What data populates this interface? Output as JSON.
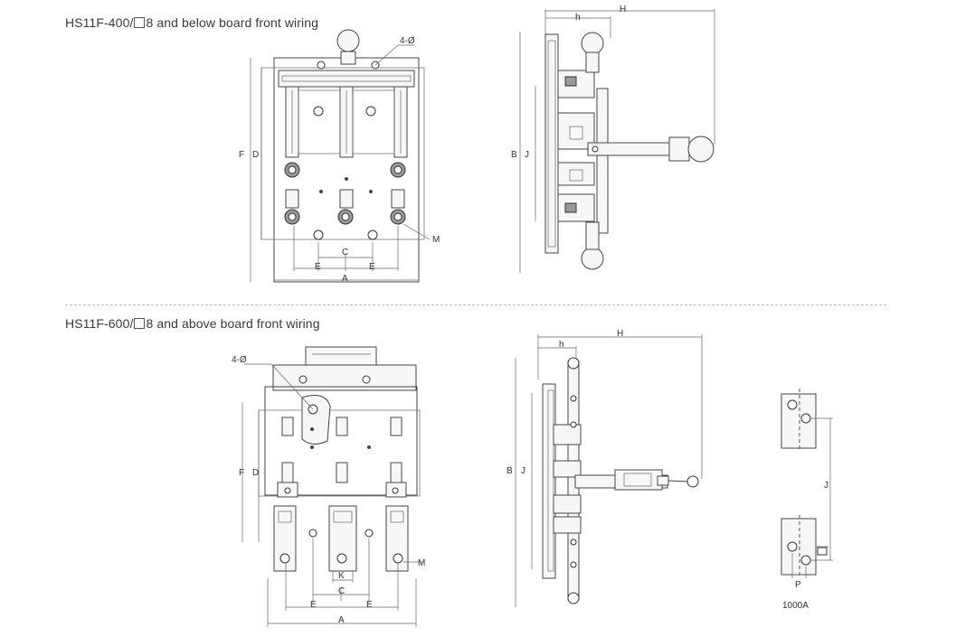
{
  "sections": [
    {
      "title_prefix": "HS11F-400/",
      "title_suffix": "8 and below board front wiring"
    },
    {
      "title_prefix": "HS11F-600/",
      "title_suffix": "8 and above board front wiring"
    }
  ],
  "labels": {
    "hole_count": "4-Ø",
    "A": "A",
    "B": "B",
    "C": "C",
    "D": "D",
    "E": "E",
    "F": "F",
    "H": "H",
    "h": "h",
    "J": "J",
    "K": "K",
    "M": "M",
    "P": "P"
  },
  "detail_caption": "1000A"
}
